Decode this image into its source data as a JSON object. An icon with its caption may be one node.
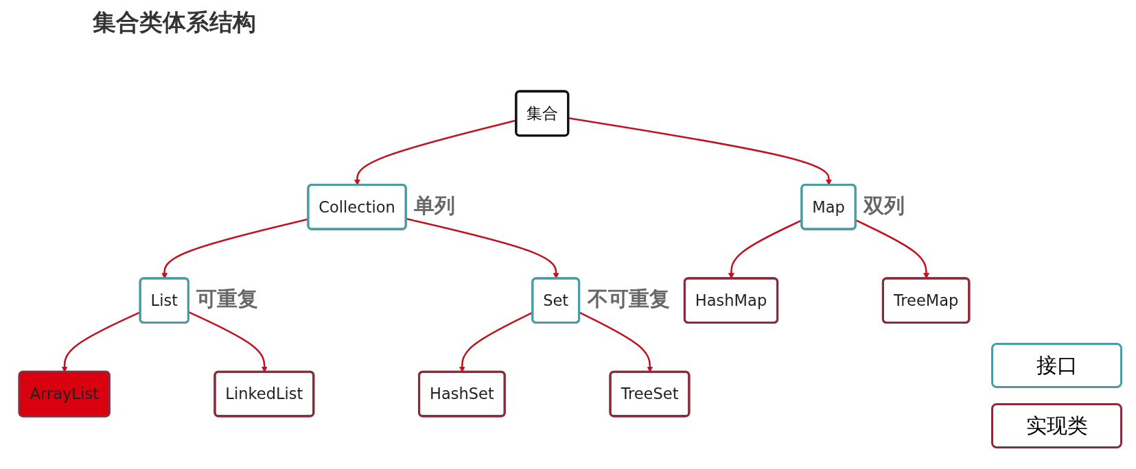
{
  "diagram": {
    "title": "集合类体系结构",
    "nodes": [
      {
        "text": [
          "集合"
        ]
      },
      {
        "text": [
          "Collection"
        ],
        "beside": [
          "单列"
        ]
      },
      {
        "text": [
          "Map"
        ],
        "beside": [
          "双列"
        ]
      },
      {
        "text": [
          "List"
        ],
        "beside": [
          "可重复"
        ]
      },
      {
        "text": [
          "Set"
        ],
        "beside": [
          "不可重复"
        ]
      },
      {
        "text": [
          "HashMap"
        ]
      },
      {
        "text": [
          "TreeMap"
        ]
      },
      {
        "text": [
          "ArrayList"
        ]
      },
      {
        "text": [
          "LinkedList"
        ]
      },
      {
        "text": [
          "HashSet"
        ]
      },
      {
        "text": [
          "TreeSet"
        ]
      }
    ],
    "edges": [
      {
        "from": 0,
        "to": 1,
        "arrow": "to"
      },
      {
        "from": 0,
        "to": 2,
        "arrow": "to"
      },
      {
        "from": 1,
        "to": 3,
        "arrow": "to"
      },
      {
        "from": 1,
        "to": 4,
        "arrow": "to"
      },
      {
        "from": 2,
        "to": 5,
        "arrow": "to"
      },
      {
        "from": 2,
        "to": 6,
        "arrow": "to"
      },
      {
        "from": 3,
        "to": 7,
        "arrow": "to"
      },
      {
        "from": 3,
        "to": 8,
        "arrow": "to"
      },
      {
        "from": 4,
        "to": 9,
        "arrow": "to"
      },
      {
        "from": 4,
        "to": 10,
        "arrow": "to"
      }
    ],
    "legend": [
      {
        "text": "接口",
        "color": "#4a9ca3"
      },
      {
        "text": "实现类",
        "color": "#8b2a3a"
      }
    ]
  }
}
